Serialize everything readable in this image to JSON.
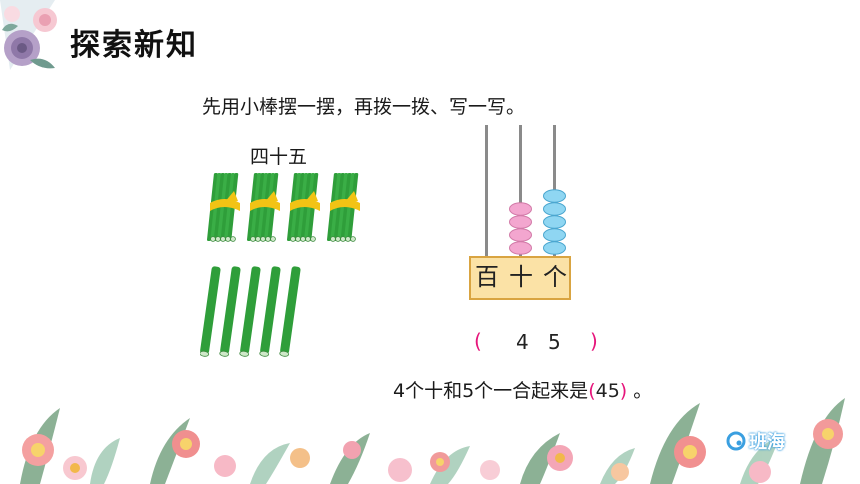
{
  "header": {
    "title": "探索新知"
  },
  "content": {
    "instruction": "先用小棒摆一摆，再拨一拨、写一写。",
    "number_words": "四十五",
    "bundles_of_ten": 4,
    "single_sticks": 5,
    "abacus": {
      "labels": {
        "hundreds": "百",
        "tens": "十",
        "ones": "个"
      },
      "beads": {
        "hundreds": 0,
        "tens": 4,
        "ones": 5
      },
      "digits": {
        "tens": "4",
        "ones": "5"
      },
      "paren_open": "(",
      "paren_close": ")"
    },
    "answer": {
      "prefix": "4个十和5个一合起来是",
      "paren_open": "(",
      "value": "45",
      "paren_close": ")",
      "suffix": "。"
    }
  },
  "branding": {
    "logo_text": "班海"
  },
  "colors": {
    "accent_paren": "#e6157b",
    "stick_green": "#2f9e3a",
    "ribbon_yellow": "#f2c315",
    "bead_pink": "#f3a6cf",
    "bead_blue": "#8fd6f2",
    "label_box": "#fbe2a6"
  }
}
